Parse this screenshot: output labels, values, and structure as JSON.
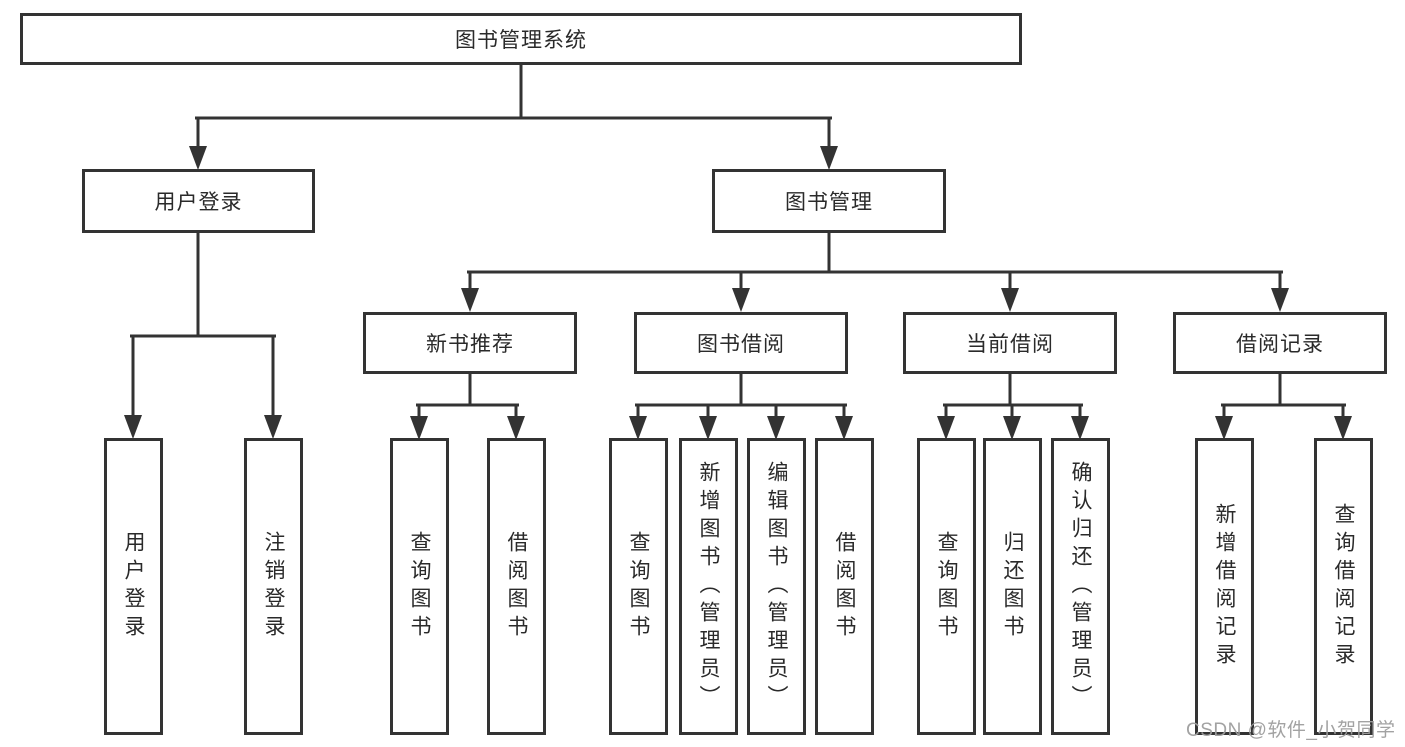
{
  "diagram": {
    "line_color": "#333333",
    "background": "#ffffff",
    "root": {
      "label": "图书管理系统"
    },
    "branches": [
      {
        "label": "用户登录",
        "children": [
          {
            "label": "用户登录"
          },
          {
            "label": "注销登录"
          }
        ]
      },
      {
        "label": "图书管理",
        "children": [
          {
            "label": "新书推荐",
            "children": [
              {
                "label": "查询图书"
              },
              {
                "label": "借阅图书"
              }
            ]
          },
          {
            "label": "图书借阅",
            "children": [
              {
                "label": "查询图书"
              },
              {
                "label": "新增图书（管理员）"
              },
              {
                "label": "编辑图书（管理员）"
              },
              {
                "label": "借阅图书"
              }
            ]
          },
          {
            "label": "当前借阅",
            "children": [
              {
                "label": "查询图书"
              },
              {
                "label": "归还图书"
              },
              {
                "label": "确认归还（管理员）"
              }
            ]
          },
          {
            "label": "借阅记录",
            "children": [
              {
                "label": "新增借阅记录"
              },
              {
                "label": "查询借阅记录"
              }
            ]
          }
        ]
      }
    ]
  },
  "watermark": {
    "text": "CSDN @软件_小贺同学",
    "color": "#9e9e9e"
  }
}
